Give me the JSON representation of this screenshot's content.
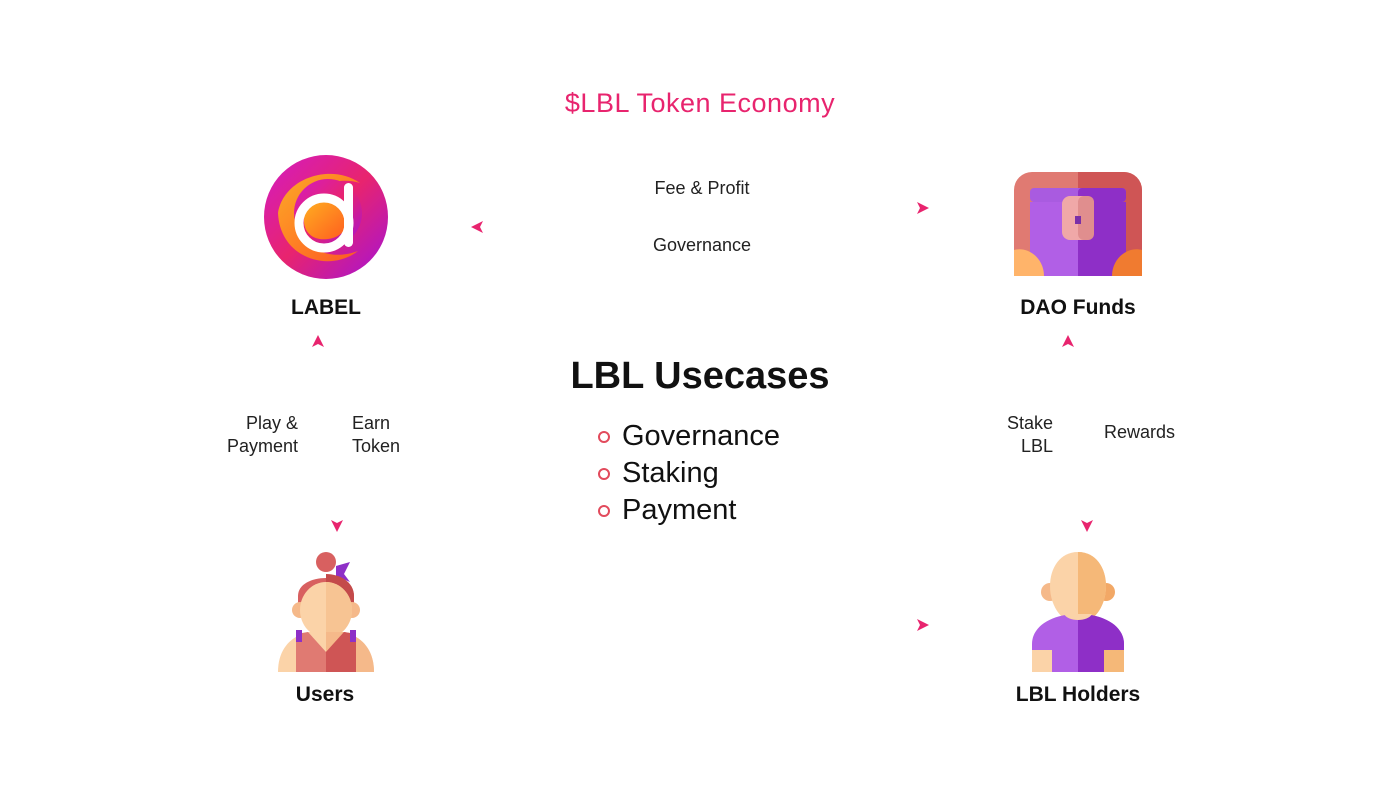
{
  "title": "$LBL Token Economy",
  "nodes": {
    "label": "LABEL",
    "dao_funds": "DAO Funds",
    "users": "Users",
    "lbl_holders": "LBL Holders"
  },
  "edges": {
    "fee_profit": "Fee & Profit",
    "governance": "Governance",
    "play_payment_1": "Play &",
    "play_payment_2": "Payment",
    "earn_token_1": "Earn",
    "earn_token_2": "Token",
    "stake_lbl_1": "Stake",
    "stake_lbl_2": "LBL",
    "rewards": "Rewards"
  },
  "usecases": {
    "heading": "LBL Usecases",
    "items": [
      "Governance",
      "Staking",
      "Payment"
    ]
  },
  "colors": {
    "accent_pink": "#e8246e",
    "accent_purple": "#8a2be2",
    "bullet": "#e24a5c"
  },
  "icons": {
    "label": "label-logo-icon",
    "dao_funds": "treasure-chest-icon",
    "users": "woman-user-icon",
    "lbl_holders": "bald-person-icon"
  }
}
